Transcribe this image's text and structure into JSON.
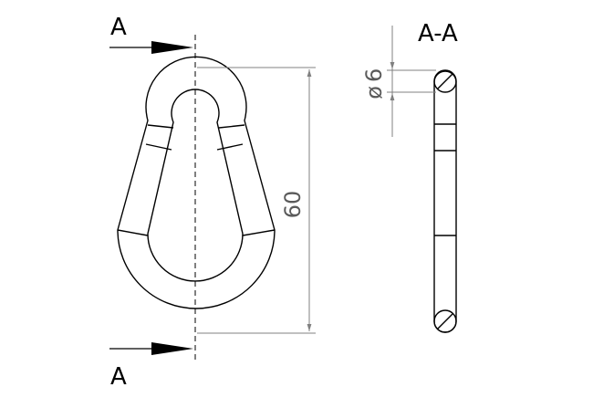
{
  "drawing": {
    "section_marker_top": "A",
    "section_marker_bottom": "A",
    "section_title": "A-A",
    "height_dimension": "60",
    "diameter_symbol": "ø",
    "diameter_value": "6"
  },
  "colors": {
    "line": "#000000",
    "dimension": "#808080",
    "background": "#ffffff"
  }
}
